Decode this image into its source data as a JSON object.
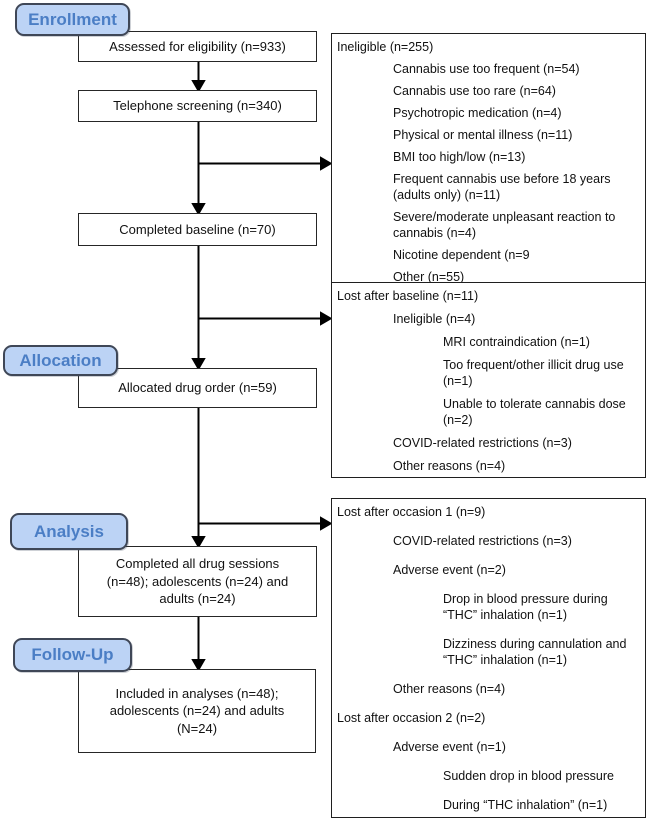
{
  "title": "Participant flow diagram",
  "colors": {
    "stage_fill": "#bcd3f5",
    "stage_border": "#3f4757",
    "stage_text": "#4b7ec5",
    "box_border": "#262626",
    "arrow": "#000000"
  },
  "stage_labels": [
    {
      "id": "enrollment",
      "label": "Enrollment"
    },
    {
      "id": "allocation",
      "label": "Allocation"
    },
    {
      "id": "analysis",
      "label": "Analysis"
    },
    {
      "id": "followup",
      "label": "Follow-Up"
    }
  ],
  "flow_boxes": [
    {
      "id": "assessed",
      "text": "Assessed for eligibility (n=933)"
    },
    {
      "id": "telephone",
      "text": "Telephone screening (n=340)"
    },
    {
      "id": "baseline",
      "text": "Completed baseline (n=70)"
    },
    {
      "id": "allocated",
      "text": "Allocated drug order (n=59)"
    },
    {
      "id": "sessions",
      "text": "Completed all drug sessions (n=48); adolescents (n=24) and adults (n=24)"
    },
    {
      "id": "included",
      "text": "Included in analyses (n=48); adolescents (n=24) and adults (N=24)"
    }
  ],
  "side_boxes": [
    {
      "id": "ineligible",
      "items": [
        {
          "level": 0,
          "text": "Ineligible (n=255)"
        },
        {
          "level": 1,
          "text": "Cannabis use too frequent (n=54)"
        },
        {
          "level": 1,
          "text": "Cannabis use too rare (n=64)"
        },
        {
          "level": 1,
          "text": "Psychotropic medication (n=4)"
        },
        {
          "level": 1,
          "text": "Physical or mental illness (n=11)"
        },
        {
          "level": 1,
          "text": "BMI too high/low (n=13)"
        },
        {
          "level": 1,
          "text": "Frequent cannabis use before 18 years (adults only) (n=11)"
        },
        {
          "level": 1,
          "text": "Severe/moderate unpleasant reaction to cannabis (n=4)"
        },
        {
          "level": 1,
          "text": "Nicotine dependent (n=9"
        },
        {
          "level": 1,
          "text": "Other (n=55)"
        }
      ]
    },
    {
      "id": "lost-after-baseline",
      "items": [
        {
          "level": 0,
          "text": "Lost after baseline (n=11)"
        },
        {
          "level": 1,
          "text": "Ineligible (n=4)"
        },
        {
          "level": 2,
          "text": "MRI contraindication (n=1)"
        },
        {
          "level": 2,
          "text": "Too frequent/other illicit drug use (n=1)"
        },
        {
          "level": 2,
          "text": "Unable to tolerate cannabis dose (n=2)"
        },
        {
          "level": 1,
          "text": "COVID-related restrictions (n=3)"
        },
        {
          "level": 1,
          "text": "Other reasons (n=4)"
        }
      ]
    },
    {
      "id": "lost-after-occasions",
      "items": [
        {
          "level": 0,
          "text": "Lost after occasion 1 (n=9)"
        },
        {
          "level": 1,
          "text": "COVID-related restrictions (n=3)"
        },
        {
          "level": 1,
          "text": "Adverse event (n=2)"
        },
        {
          "level": 2,
          "text": "Drop in blood pressure during “THC” inhalation (n=1)"
        },
        {
          "level": 2,
          "text": "Dizziness during cannulation and “THC” inhalation (n=1)"
        },
        {
          "level": 1,
          "text": "Other reasons (n=4)"
        },
        {
          "level": 0,
          "text": "Lost after occasion 2 (n=2)"
        },
        {
          "level": 1,
          "text": "Adverse event (n=1)"
        },
        {
          "level": 2,
          "text": "Sudden drop in blood pressure"
        },
        {
          "level": 2,
          "text": "During “THC inhalation” (n=1)"
        }
      ]
    }
  ]
}
